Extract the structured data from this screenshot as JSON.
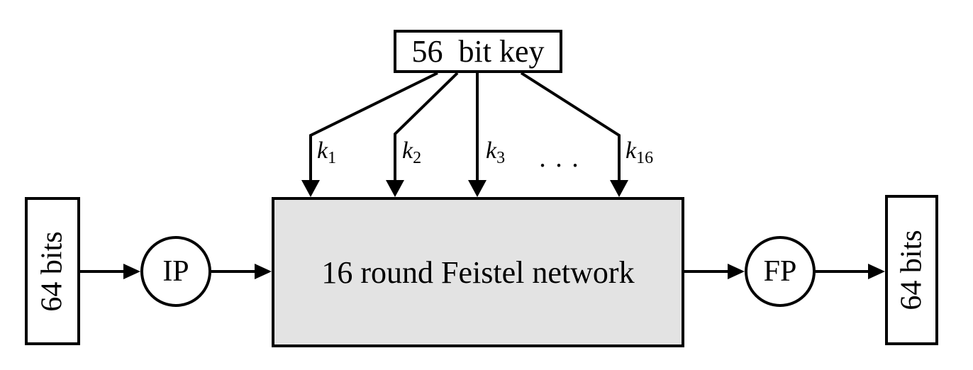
{
  "diagram": {
    "description": "DES block cipher overview diagram",
    "key_box": {
      "label": "56  bit key"
    },
    "key_schedule": {
      "labels": [
        {
          "base": "k",
          "sub": "1"
        },
        {
          "base": "k",
          "sub": "2"
        },
        {
          "base": "k",
          "sub": "3"
        },
        {
          "base": "k",
          "sub": "16"
        }
      ],
      "ellipsis": ". . ."
    },
    "input_box": {
      "label": "64 bits"
    },
    "ip_node": {
      "label": "IP"
    },
    "feistel_box": {
      "label": "16 round Feistel network"
    },
    "fp_node": {
      "label": "FP"
    },
    "output_box": {
      "label": "64 bits"
    },
    "colors": {
      "line": "#000000",
      "text": "#000000",
      "feistel_fill": "#e3e3e3",
      "node_fill": "#ffffff",
      "background": "#ffffff"
    }
  }
}
